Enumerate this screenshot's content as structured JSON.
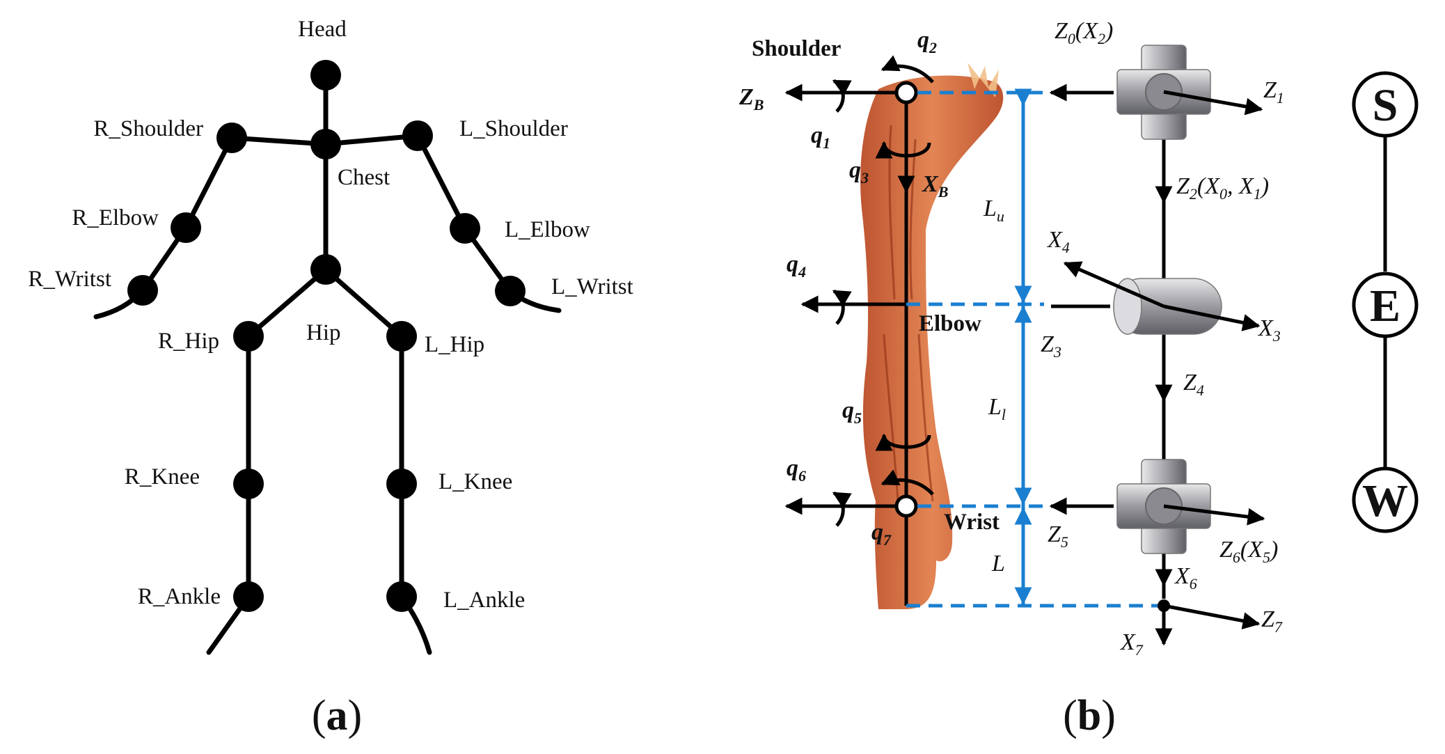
{
  "panel_a": {
    "caption_open": "(",
    "caption_letter": "a",
    "caption_close": ")",
    "joints": {
      "head": "Head",
      "chest": "Chest",
      "hip": "Hip",
      "r_shoulder": "R_Shoulder",
      "l_shoulder": "L_Shoulder",
      "r_elbow": "R_Elbow",
      "l_elbow": "L_Elbow",
      "r_wrist": "R_Writst",
      "l_wrist": "L_Writst",
      "r_hip": "R_Hip",
      "l_hip": "L_Hip",
      "r_knee": "R_Knee",
      "l_knee": "L_Knee",
      "r_ankle": "R_Ankle",
      "l_ankle": "L_Ankle"
    }
  },
  "panel_b": {
    "caption_open": "(",
    "caption_letter": "b",
    "caption_close": ")",
    "joint_labels": {
      "shoulder": "Shoulder",
      "elbow": "Elbow",
      "wrist": "Wrist"
    },
    "base_frame": {
      "z_main": "Z",
      "z_sub": "B",
      "x_main": "X",
      "x_sub": "B"
    },
    "angles": [
      {
        "main": "q",
        "sub": "1"
      },
      {
        "main": "q",
        "sub": "2"
      },
      {
        "main": "q",
        "sub": "3"
      },
      {
        "main": "q",
        "sub": "4"
      },
      {
        "main": "q",
        "sub": "5"
      },
      {
        "main": "q",
        "sub": "6"
      },
      {
        "main": "q",
        "sub": "7"
      }
    ],
    "lengths": {
      "upper": {
        "main": "L",
        "sub": "u"
      },
      "lower": {
        "main": "L",
        "sub": "l"
      },
      "hand": {
        "main": "L"
      }
    },
    "frames": {
      "z0": {
        "main": "Z",
        "sub": "0",
        "rest": "(X",
        "rest_sub": "2",
        "tail": ")"
      },
      "z1": {
        "main": "Z",
        "sub": "1"
      },
      "z2": {
        "main": "Z",
        "sub": "2",
        "rest": "(X",
        "rest_sub": "0",
        "rest2": ", X",
        "rest2_sub": "1",
        "tail": ")"
      },
      "x4": {
        "main": "X",
        "sub": "4"
      },
      "x3": {
        "main": "X",
        "sub": "3"
      },
      "z3": {
        "main": "Z",
        "sub": "3"
      },
      "z4": {
        "main": "Z",
        "sub": "4"
      },
      "z5": {
        "main": "Z",
        "sub": "5"
      },
      "z6": {
        "main": "Z",
        "sub": "6",
        "rest": "(X",
        "rest_sub": "5",
        "tail": ")"
      },
      "x6": {
        "main": "X",
        "sub": "6"
      },
      "z7": {
        "main": "Z",
        "sub": "7"
      },
      "x7": {
        "main": "X",
        "sub": "7"
      }
    },
    "chain": {
      "s": "S",
      "e": "E",
      "w": "W"
    },
    "colors": {
      "dimension_blue": "#1a7fd0",
      "muscle": "#c8562a",
      "joint_grey": "#a9a9ad"
    }
  }
}
